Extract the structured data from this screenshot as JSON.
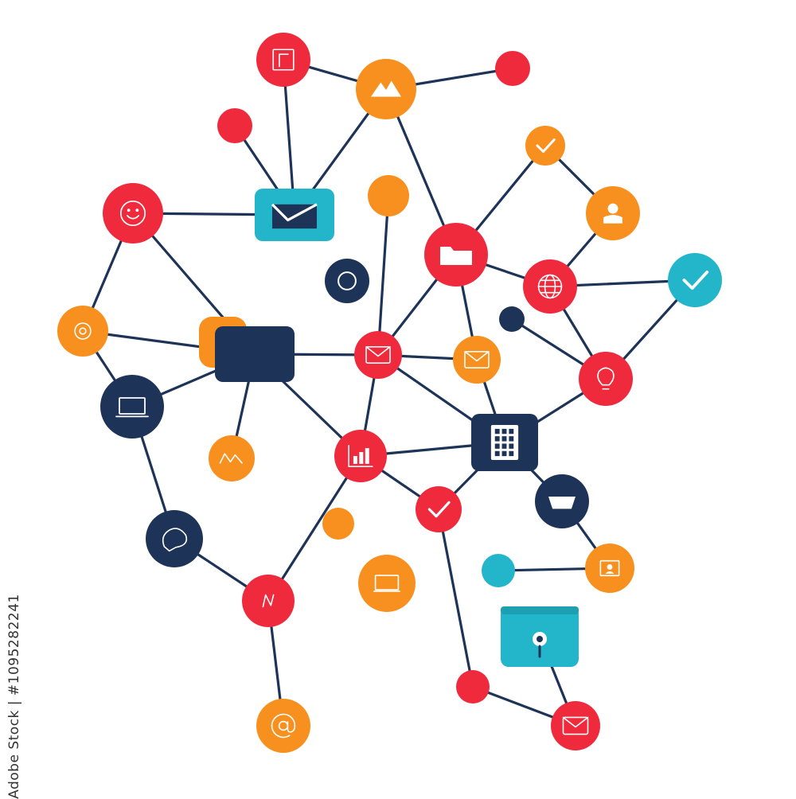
{
  "colors": {
    "red": "#ee2a3c",
    "orange": "#f7901e",
    "navy": "#1d3357",
    "teal": "#23b5c9",
    "line": "#1d3357",
    "glyph": "#ffffff"
  },
  "stock_id": "Adobe Stock | #1095282241",
  "nodes": [
    {
      "id": "n1",
      "shape": "circle",
      "color": "red",
      "icon": "flag-icon"
    },
    {
      "id": "n2",
      "shape": "circle",
      "color": "orange",
      "icon": "mountain-icon"
    },
    {
      "id": "n3",
      "shape": "circle",
      "color": "red",
      "icon": ""
    },
    {
      "id": "n4",
      "shape": "circle",
      "color": "red",
      "icon": ""
    },
    {
      "id": "n5",
      "shape": "rect",
      "color": "teal",
      "icon": "envelope-icon"
    },
    {
      "id": "n6",
      "shape": "circle",
      "color": "orange",
      "icon": ""
    },
    {
      "id": "n7",
      "shape": "circle",
      "color": "orange",
      "icon": "check-icon"
    },
    {
      "id": "n8",
      "shape": "circle",
      "color": "red",
      "icon": "smiley-icon"
    },
    {
      "id": "n9",
      "shape": "circle",
      "color": "red",
      "icon": "folder-icon"
    },
    {
      "id": "n10",
      "shape": "circle",
      "color": "orange",
      "icon": "user-icon"
    },
    {
      "id": "n11",
      "shape": "circle",
      "color": "navy",
      "icon": "ring-icon"
    },
    {
      "id": "n12",
      "shape": "circle",
      "color": "red",
      "icon": "globe-icon"
    },
    {
      "id": "n13",
      "shape": "circle",
      "color": "teal",
      "icon": "check-icon"
    },
    {
      "id": "n14",
      "shape": "circle",
      "color": "orange",
      "icon": "location-icon"
    },
    {
      "id": "n15",
      "shape": "rect",
      "color": "navy",
      "icon": ""
    },
    {
      "id": "n16",
      "shape": "circle",
      "color": "red",
      "icon": "envelope-icon"
    },
    {
      "id": "n17",
      "shape": "circle",
      "color": "orange",
      "icon": "envelope-icon"
    },
    {
      "id": "n18",
      "shape": "circle",
      "color": "navy",
      "icon": ""
    },
    {
      "id": "n19",
      "shape": "circle",
      "color": "red",
      "icon": "lightbulb-icon"
    },
    {
      "id": "n20",
      "shape": "circle",
      "color": "navy",
      "icon": "laptop-icon"
    },
    {
      "id": "n21",
      "shape": "circle",
      "color": "orange",
      "icon": "chart-icon"
    },
    {
      "id": "n22",
      "shape": "circle",
      "color": "red",
      "icon": "bar-chart-icon"
    },
    {
      "id": "n23",
      "shape": "rect",
      "color": "navy",
      "icon": "calculator-icon"
    },
    {
      "id": "n24",
      "shape": "circle",
      "color": "red",
      "icon": "check-icon"
    },
    {
      "id": "n25",
      "shape": "circle",
      "color": "navy",
      "icon": "basket-icon"
    },
    {
      "id": "n26",
      "shape": "circle",
      "color": "orange",
      "icon": ""
    },
    {
      "id": "n27",
      "shape": "circle",
      "color": "navy",
      "icon": "chat-icon"
    },
    {
      "id": "n28",
      "shape": "circle",
      "color": "teal",
      "icon": ""
    },
    {
      "id": "n29",
      "shape": "circle",
      "color": "orange",
      "icon": "contact-card-icon"
    },
    {
      "id": "n30",
      "shape": "circle",
      "color": "orange",
      "icon": "monitor-icon"
    },
    {
      "id": "n31",
      "shape": "circle",
      "color": "red",
      "icon": "n-icon"
    },
    {
      "id": "n32",
      "shape": "rect",
      "color": "teal",
      "icon": "location-pin-icon"
    },
    {
      "id": "n33",
      "shape": "circle",
      "color": "red",
      "icon": ""
    },
    {
      "id": "n34",
      "shape": "circle",
      "color": "orange",
      "icon": "at-sign-icon"
    },
    {
      "id": "n35",
      "shape": "circle",
      "color": "red",
      "icon": "envelope-icon"
    }
  ],
  "edges": [
    [
      "n1",
      "n2"
    ],
    [
      "n2",
      "n3"
    ],
    [
      "n1",
      "n5"
    ],
    [
      "n4",
      "n5"
    ],
    [
      "n2",
      "n5"
    ],
    [
      "n2",
      "n9"
    ],
    [
      "n9",
      "n7"
    ],
    [
      "n7",
      "n10"
    ],
    [
      "n8",
      "n5"
    ],
    [
      "n8",
      "n14"
    ],
    [
      "n8",
      "n15"
    ],
    [
      "n14",
      "n15"
    ],
    [
      "n14",
      "n20"
    ],
    [
      "n15",
      "n20"
    ],
    [
      "n15",
      "n16"
    ],
    [
      "n15",
      "n21"
    ],
    [
      "n15",
      "n22"
    ],
    [
      "n6",
      "n16"
    ],
    [
      "n9",
      "n16"
    ],
    [
      "n9",
      "n12"
    ],
    [
      "n9",
      "n17"
    ],
    [
      "n16",
      "n17"
    ],
    [
      "n16",
      "n22"
    ],
    [
      "n16",
      "n23"
    ],
    [
      "n10",
      "n12"
    ],
    [
      "n12",
      "n13"
    ],
    [
      "n12",
      "n19"
    ],
    [
      "n13",
      "n19"
    ],
    [
      "n18",
      "n19"
    ],
    [
      "n19",
      "n23"
    ],
    [
      "n17",
      "n23"
    ],
    [
      "n22",
      "n23"
    ],
    [
      "n22",
      "n24"
    ],
    [
      "n23",
      "n24"
    ],
    [
      "n23",
      "n25"
    ],
    [
      "n25",
      "n29"
    ],
    [
      "n28",
      "n29"
    ],
    [
      "n20",
      "n27"
    ],
    [
      "n27",
      "n31"
    ],
    [
      "n22",
      "n31"
    ],
    [
      "n31",
      "n34"
    ],
    [
      "n24",
      "n33"
    ],
    [
      "n33",
      "n35"
    ],
    [
      "n32",
      "n35"
    ]
  ]
}
